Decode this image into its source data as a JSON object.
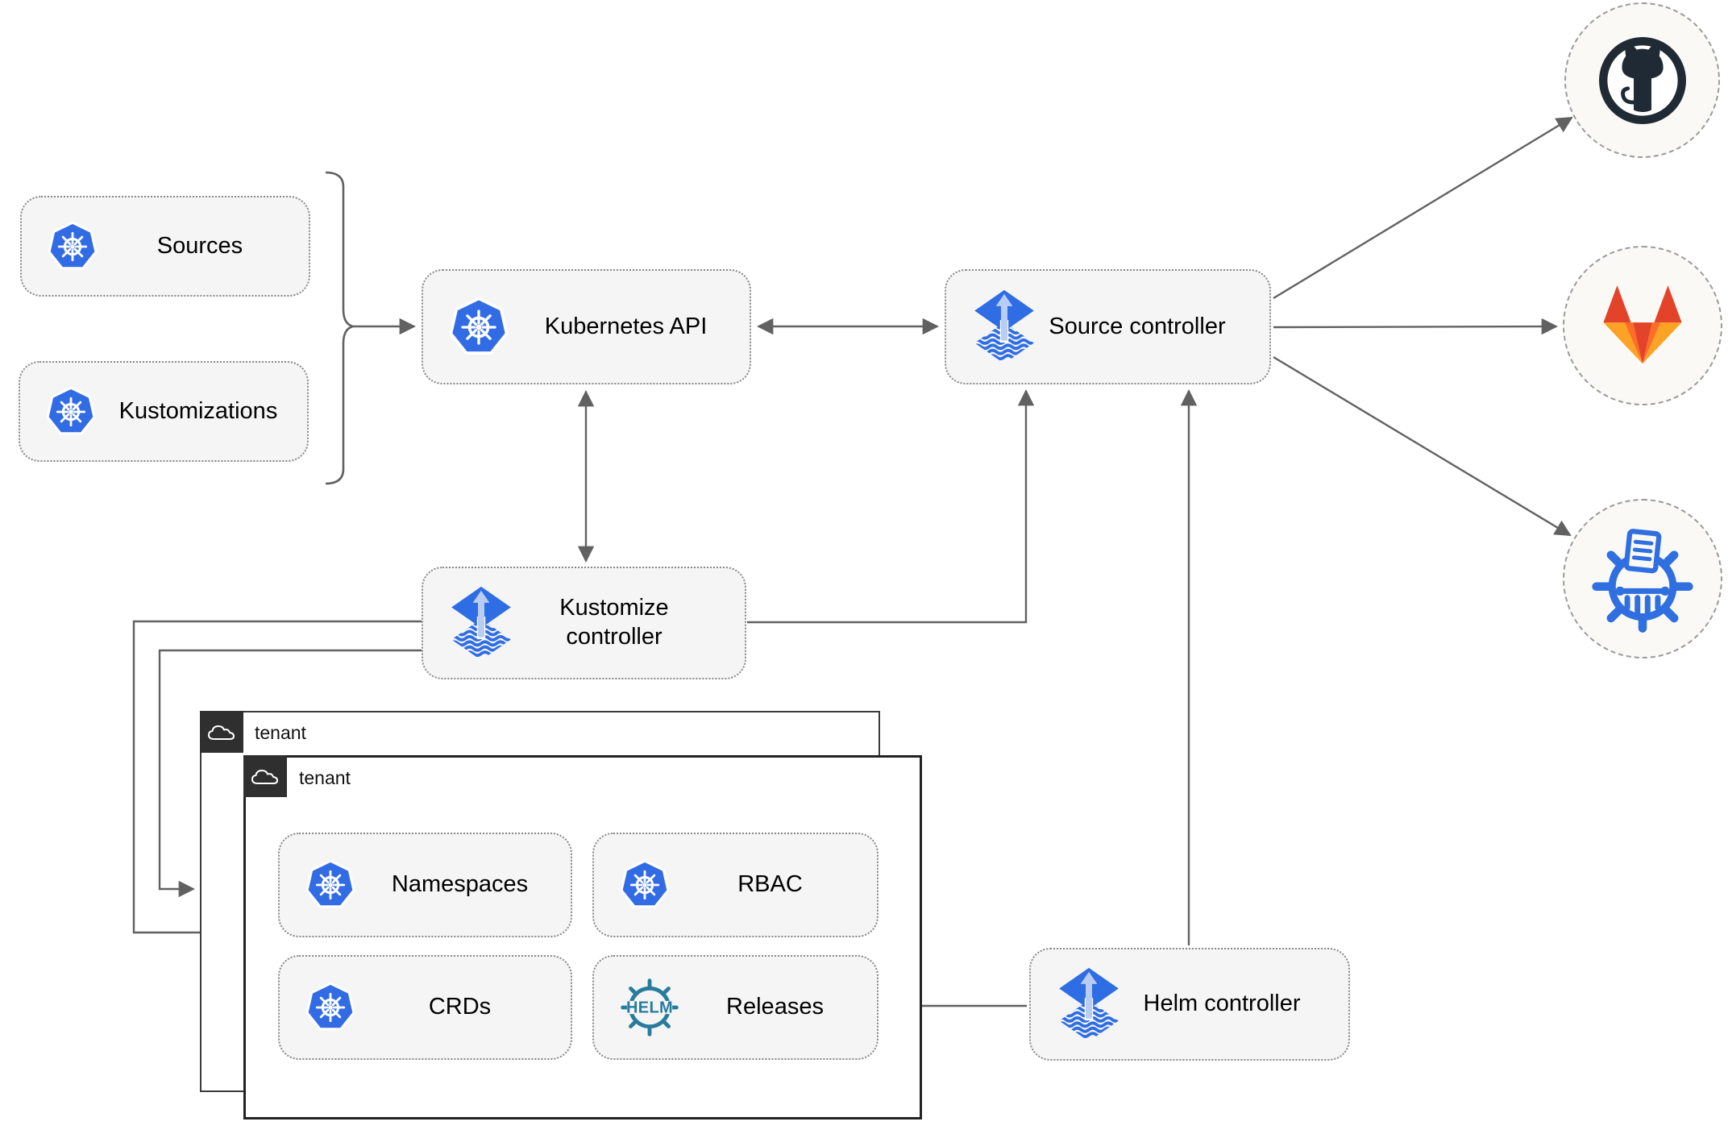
{
  "diagram": {
    "boxes": {
      "sources": {
        "label": "Sources",
        "icon": "kubernetes-icon"
      },
      "kustomizations": {
        "label": "Kustomizations",
        "icon": "kubernetes-icon"
      },
      "kubernetes_api": {
        "label": "Kubernetes API",
        "icon": "kubernetes-icon"
      },
      "source_controller": {
        "label": "Source controller",
        "icon": "flux-icon"
      },
      "kustomize_controller": {
        "label": "Kustomize controller",
        "icon": "flux-icon"
      },
      "helm_controller": {
        "label": "Helm controller",
        "icon": "flux-icon"
      },
      "namespaces": {
        "label": "Namespaces",
        "icon": "kubernetes-icon"
      },
      "rbac": {
        "label": "RBAC",
        "icon": "kubernetes-icon"
      },
      "crds": {
        "label": "CRDs",
        "icon": "kubernetes-icon"
      },
      "releases": {
        "label": "Releases",
        "icon": "helm-icon"
      }
    },
    "tenants": {
      "back": {
        "label": "tenant",
        "icon": "cloud-icon"
      },
      "front": {
        "label": "tenant",
        "icon": "cloud-icon"
      }
    },
    "external_targets": [
      {
        "icon": "github-icon"
      },
      {
        "icon": "gitlab-icon"
      },
      {
        "icon": "chartmuseum-icon"
      }
    ],
    "helm_logo_text": "HELM",
    "colors": {
      "connector_line": "#616161",
      "node_fill": "#f5f5f5",
      "node_border": "#8a8a8a",
      "kubernetes_blue": "#326CE5",
      "flux_blue": "#2E6DE4",
      "flux_arrow_light": "#B9CCF3",
      "helm_teal": "#277C9D",
      "github_navy": "#1F2A35",
      "gitlab_red_orange": "#E24329",
      "gitlab_orange": "#FC6D26",
      "gitlab_light_orange": "#FCA326",
      "chartmuseum_blue": "#2F6FE0",
      "tenant_tab_dark": "#2F2F2F",
      "external_circle_fill": "#FAF9F6"
    }
  }
}
